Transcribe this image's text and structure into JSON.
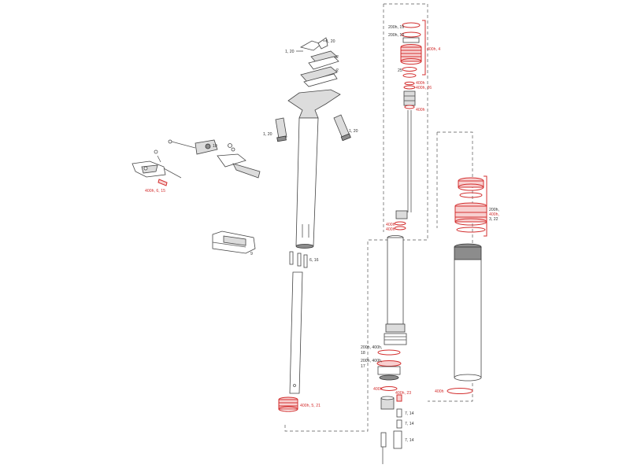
{
  "colors": {
    "line": "#444444",
    "red": "#d32f2f",
    "background": "#ffffff"
  },
  "labels": {
    "clamp_top": "1, 20",
    "clamp_left": "1, 20",
    "clamp_2a": "2",
    "clamp_2b": "2",
    "bolt_left": "1, 20",
    "bolt_right": "1, 20",
    "lever_10": "10",
    "lever_400h": "400h, 6, 15",
    "remote_9": "9",
    "keys_6_16": "6, 16",
    "bottom_400h": "400h, 5, 21",
    "col2_200h_19a": "200h, 19",
    "col2_200h_19b": "200h, 19",
    "col2_400h_4": "400h, 4",
    "col2_25": "25",
    "col2_400h_a": "400h",
    "col2_400h_26": "400h, 26",
    "col2_400h_b": "400h",
    "col2_400h_c": "400h",
    "col2_400h_d": "400h",
    "col2_200h_400h": "200h, 400h,",
    "col2_18": "18",
    "col2_200h_400h_b": "200h, 400h,",
    "col2_17": "17",
    "col2_400h_e": "400h",
    "col2_400h_23": "400h, 23",
    "col2_7_14a": "7, 14",
    "col2_7_14b": "7, 14",
    "col2_7_14c": "7, 14",
    "col3_200h": "200h,",
    "col3_400h": "400h,",
    "col3_3_22": "3, 22",
    "col3_bottom_400h": "400h"
  }
}
